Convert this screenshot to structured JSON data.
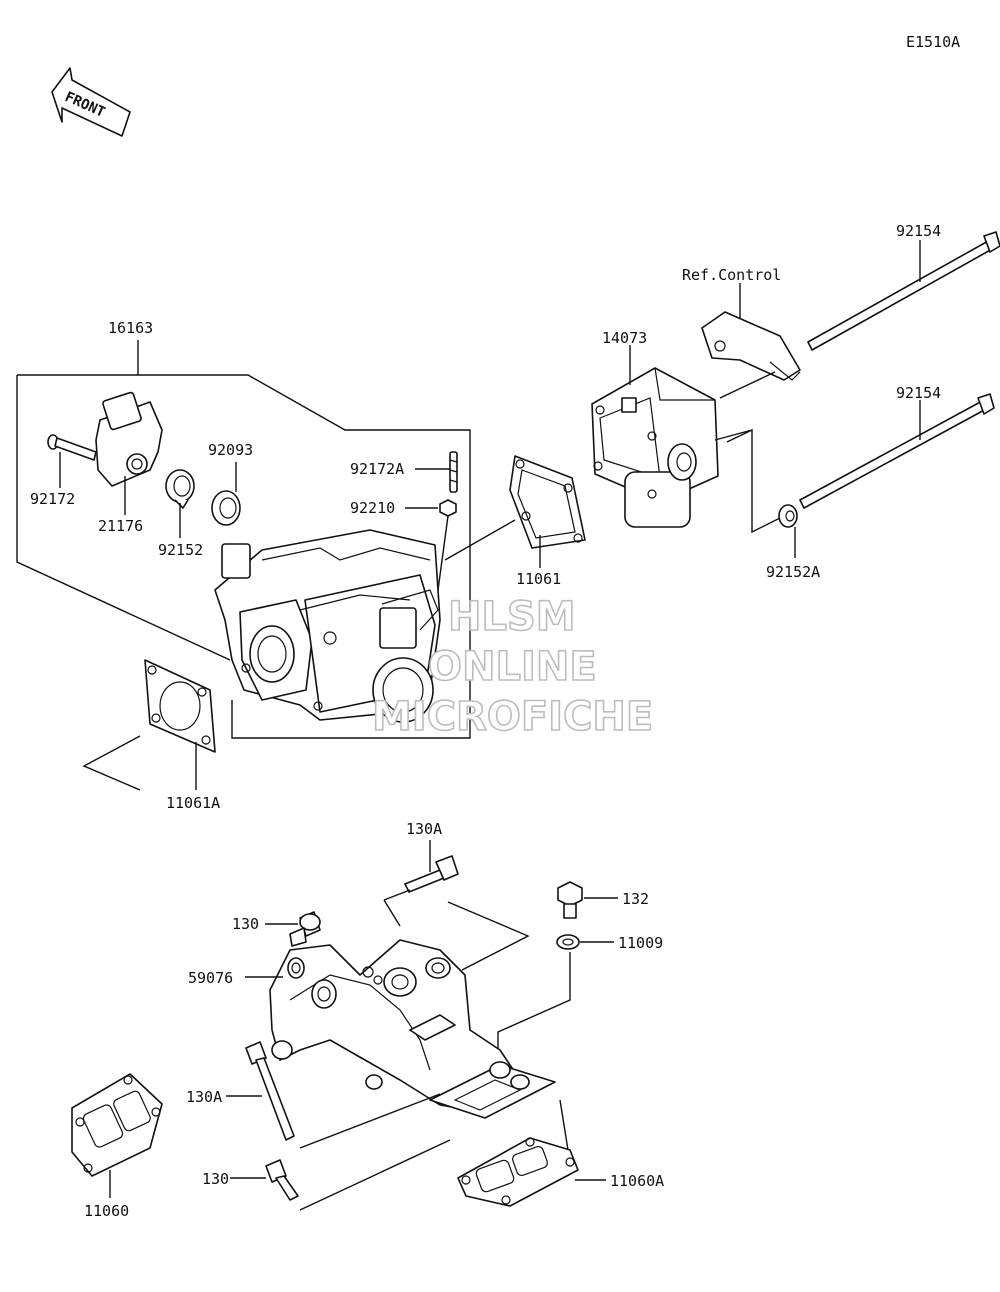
{
  "diagram": {
    "code": "E1510A",
    "front_label": "FRONT",
    "ref_label": "Ref.Control",
    "parts": {
      "p16163": "16163",
      "p92172": "92172",
      "p21176": "21176",
      "p92152": "92152",
      "p92093": "92093",
      "p92172A": "92172A",
      "p92210": "92210",
      "p11061": "11061",
      "p14073": "14073",
      "p92154a": "92154",
      "p92154b": "92154",
      "p92152A": "92152A",
      "p11061A": "11061A",
      "p130A_top": "130A",
      "p130_top": "130",
      "p132": "132",
      "p11009": "11009",
      "p59076": "59076",
      "p130A_bottom": "130A",
      "p130_bottom": "130",
      "p11060": "11060",
      "p11060A": "11060A"
    },
    "watermark": {
      "line1": "HLSM",
      "line2": "ONLINE",
      "line3": "MICROFICHE"
    }
  }
}
